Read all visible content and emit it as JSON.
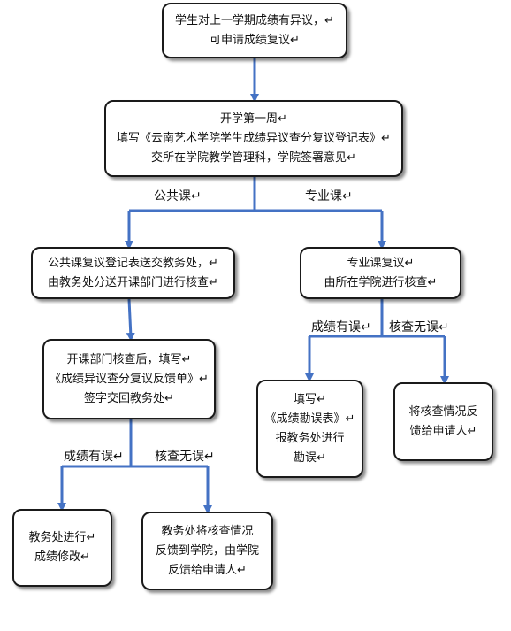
{
  "colors": {
    "arrow": "#4472C4",
    "border": "#1a1a1a"
  },
  "nodes": {
    "n1": [
      "学生对上一学期成绩有异议，↵",
      "可申请成绩复议↵"
    ],
    "n2": [
      "开学第一周↵",
      "填写《云南艺术学院学生成绩异议查分复议登记表》↵",
      "交所在学院教学管理科，学院签署意见↵"
    ],
    "n3": [
      "公共课复议登记表送交教务处，↵",
      "由教务处分送开课部门进行核查↵"
    ],
    "n4": [
      "专业课复议↵",
      "由所在学院进行核查↵"
    ],
    "n5": [
      "开课部门核查后，填写↵",
      "《成绩异议查分复议反馈单》↵",
      "签字交回教务处↵"
    ],
    "n6": [
      "填写↵",
      "《成绩勘误表》↵",
      "报教务处进行",
      "勘误↵"
    ],
    "n7": [
      "将核查情况反",
      "馈给申请人↵"
    ],
    "n8": [
      "教务处进行↵",
      "成绩修改↵"
    ],
    "n9": [
      "教务处将核查情况",
      "反馈到学院，由学院",
      "反馈给申请人↵"
    ]
  },
  "labels": {
    "public": "公共课↵",
    "major": "专业课↵",
    "err_right": "成绩有误↵",
    "ok_right": "核查无误↵",
    "err_left": "成绩有误↵",
    "ok_left": "核查无误↵"
  }
}
